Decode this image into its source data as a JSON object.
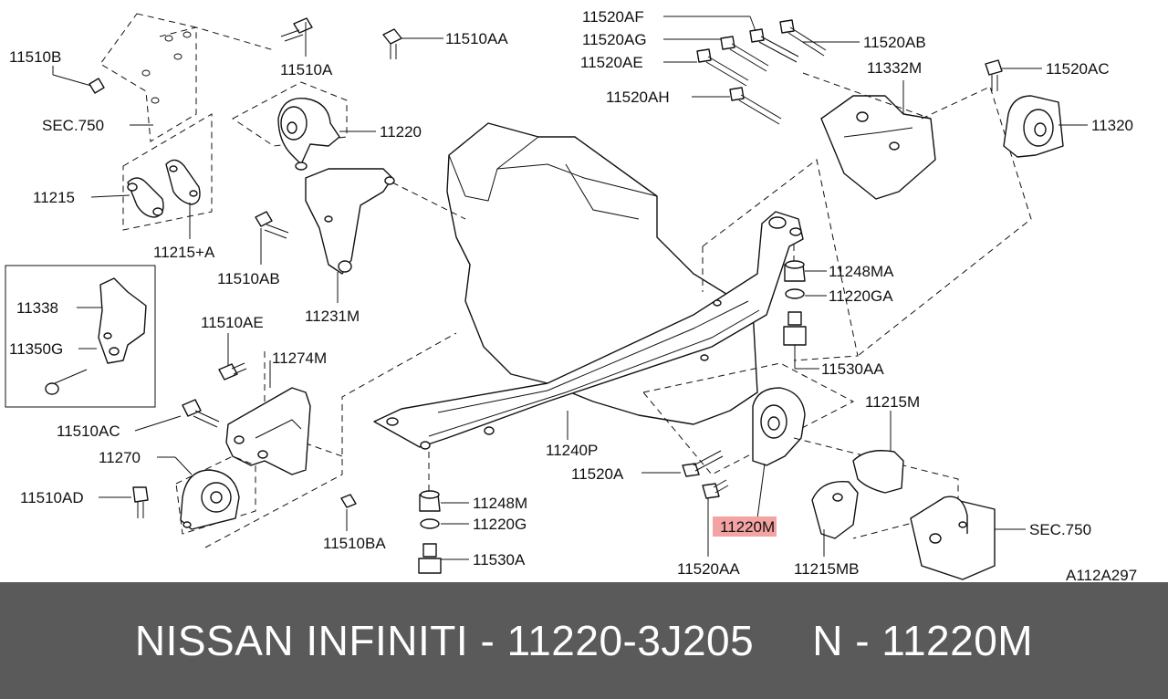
{
  "diagram": {
    "labels": {
      "l_11510B": "11510B",
      "l_11510A": "11510A",
      "l_11510AA": "11510AA",
      "l_sec750a": "SEC.750",
      "l_11220a": "11220",
      "l_11215": "11215",
      "l_11215A": "11215+A",
      "l_11510AB": "11510AB",
      "l_11231M": "11231M",
      "l_11338": "11338",
      "l_11350G": "11350G",
      "l_11510AE": "11510AE",
      "l_11274M": "11274M",
      "l_11510AC": "11510AC",
      "l_11270": "11270",
      "l_11510AD": "11510AD",
      "l_11510BA": "11510BA",
      "l_11248M": "11248M",
      "l_11220G": "11220G",
      "l_11530A": "11530A",
      "l_11240P": "11240P",
      "l_11520AF": "11520AF",
      "l_11520AG": "11520AG",
      "l_11520AE": "11520AE",
      "l_11520AH": "11520AH",
      "l_11520AB": "11520AB",
      "l_11332M": "11332M",
      "l_11520AC": "11520AC",
      "l_11320": "11320",
      "l_11248MA": "11248MA",
      "l_11220GA": "11220GA",
      "l_11530AA": "11530AA",
      "l_11215M": "11215M",
      "l_11520A": "11520A",
      "l_11220M": "11220M",
      "l_11520AA": "11520AA",
      "l_11215MB": "11215MB",
      "l_sec750b": "SEC.750",
      "l_code": "A112A297"
    },
    "highlight_color": "#f4a3a3"
  },
  "footer": {
    "brand_part": "NISSAN INFINITI - 11220-3J205",
    "ref_part": "N - 11220M",
    "background": "#5a5a5a",
    "text_color": "#ffffff"
  }
}
